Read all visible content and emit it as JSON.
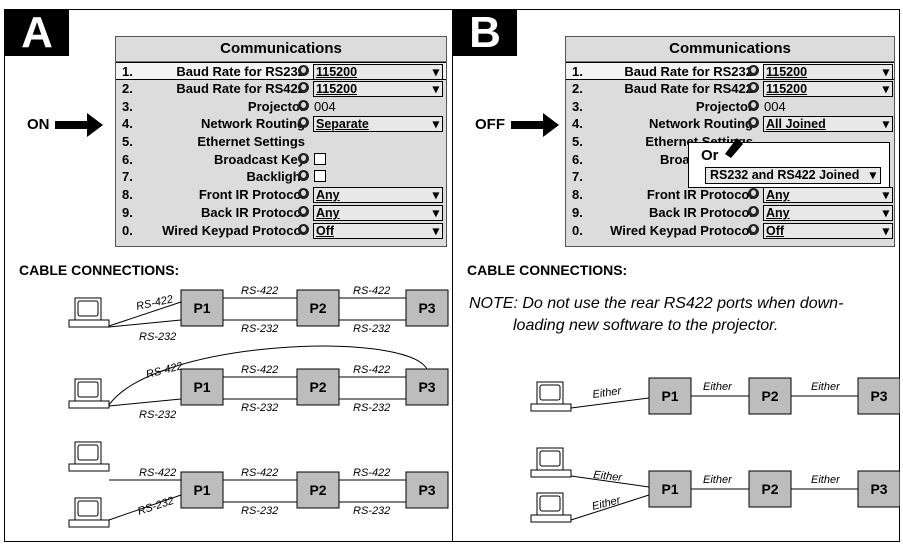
{
  "panel_a": {
    "letter": "A",
    "state": "ON",
    "menu": {
      "title": "Communications",
      "rows": [
        {
          "num": "1.",
          "label": "Baud Rate for RS232",
          "value": "115200"
        },
        {
          "num": "2.",
          "label": "Baud Rate for RS422",
          "value": "115200"
        },
        {
          "num": "3.",
          "label": "Projector",
          "value": "004"
        },
        {
          "num": "4.",
          "label": "Network Routing",
          "value": "Separate"
        },
        {
          "num": "5.",
          "label": "Ethernet Settings",
          "value": ""
        },
        {
          "num": "6.",
          "label": "Broadcast Key",
          "value": ""
        },
        {
          "num": "7.",
          "label": "Backlight",
          "value": ""
        },
        {
          "num": "8.",
          "label": "Front IR Protocol",
          "value": "Any"
        },
        {
          "num": "9.",
          "label": "Back IR Protocol",
          "value": "Any"
        },
        {
          "num": "0.",
          "label": "Wired Keypad Protocol",
          "value": "Off"
        }
      ]
    },
    "section_title": "CABLE CONNECTIONS:",
    "nodes": {
      "p1": "P1",
      "p2": "P2",
      "p3": "P3"
    },
    "links": {
      "rs422": "RS-422",
      "rs232": "RS-232"
    }
  },
  "panel_b": {
    "letter": "B",
    "state": "OFF",
    "menu": {
      "title": "Communications",
      "rows": [
        {
          "num": "1.",
          "label": "Baud Rate for RS232",
          "value": "115200"
        },
        {
          "num": "2.",
          "label": "Baud Rate for RS422",
          "value": "115200"
        },
        {
          "num": "3.",
          "label": "Projector",
          "value": "004"
        },
        {
          "num": "4.",
          "label": "Network Routing",
          "value": "All Joined"
        },
        {
          "num": "5.",
          "label": "Ethernet Settings",
          "value": ""
        },
        {
          "num": "6.",
          "label": "Broadc",
          "value": ""
        },
        {
          "num": "7.",
          "label": "B",
          "value": ""
        },
        {
          "num": "8.",
          "label": "Front IR Protocol",
          "value": "Any"
        },
        {
          "num": "9.",
          "label": "Back IR Protocol",
          "value": "Any"
        },
        {
          "num": "0.",
          "label": "Wired Keypad Protocol",
          "value": "Off"
        }
      ]
    },
    "popup": {
      "or": "Or",
      "option": "RS232 and RS422 Joined"
    },
    "section_title": "CABLE CONNECTIONS:",
    "note_line1": "NOTE: Do not use the rear  RS422 ports when down-",
    "note_line2": "loading new software to the projector.",
    "nodes": {
      "p1": "P1",
      "p2": "P2",
      "p3": "P3"
    },
    "link_label": "Either"
  }
}
